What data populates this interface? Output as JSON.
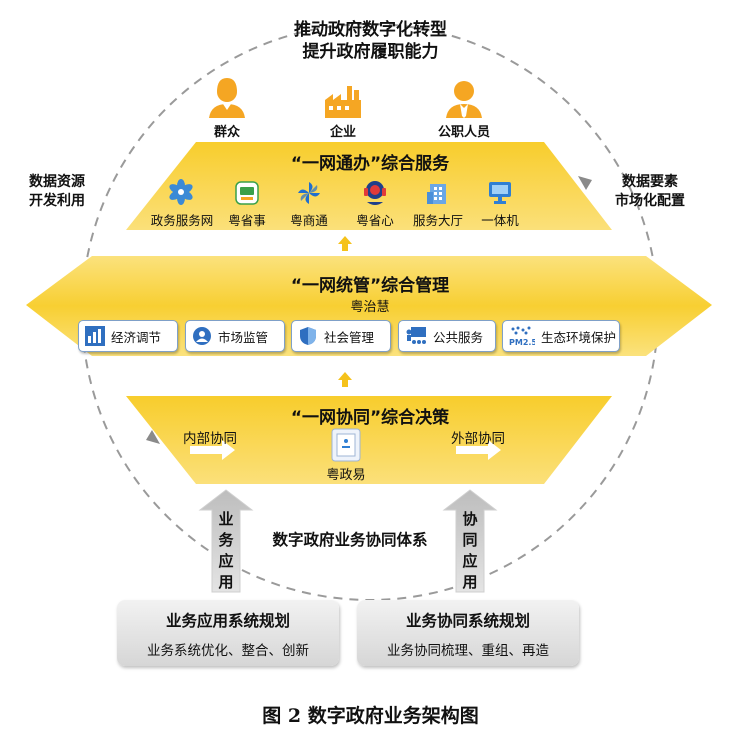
{
  "title": {
    "line1": "推动政府数字化转型",
    "line2": "提升政府履职能力"
  },
  "side_left": {
    "line1": "数据资源",
    "line2": "开发利用"
  },
  "side_right": {
    "line1": "数据要素",
    "line2": "市场化配置"
  },
  "actors": [
    {
      "label": "群众",
      "icon": "person-female-icon"
    },
    {
      "label": "企业",
      "icon": "factory-icon"
    },
    {
      "label": "公职人员",
      "icon": "person-suit-icon"
    }
  ],
  "service_band": {
    "title": "“一网通办”综合服务",
    "apps": [
      {
        "label": "政务服务网",
        "icon": "snowflake-icon"
      },
      {
        "label": "粤省事",
        "icon": "app-card-icon"
      },
      {
        "label": "粤商通",
        "icon": "pinwheel-icon"
      },
      {
        "label": "粤省心",
        "icon": "headset-icon"
      },
      {
        "label": "服务大厅",
        "icon": "building-icon"
      },
      {
        "label": "一体机",
        "icon": "kiosk-icon"
      }
    ]
  },
  "management_band": {
    "title": "“一网统管”综合管理",
    "subtitle": "粤治慧",
    "items": [
      {
        "label": "经济调节",
        "icon": "bar-chart-icon"
      },
      {
        "label": "市场监管",
        "icon": "magnifier-user-icon"
      },
      {
        "label": "社会管理",
        "icon": "shield-icon"
      },
      {
        "label": "公共服务",
        "icon": "presentation-icon"
      },
      {
        "label": "生态环境保护",
        "icon": "pm25-icon",
        "icon_text": "PM2.5"
      }
    ]
  },
  "collab_band": {
    "title": "“一网协同”综合决策",
    "left_label": "内部协同",
    "right_label": "外部协同",
    "center_label": "粤政易"
  },
  "system_label": "数字政府业务协同体系",
  "up_arrows": [
    {
      "label": "业务应用"
    },
    {
      "label": "协同应用"
    }
  ],
  "plans": [
    {
      "title": "业务应用系统规划",
      "subtitle": "业务系统优化、整合、创新"
    },
    {
      "title": "业务协同系统规划",
      "subtitle": "业务协同梳理、重组、再造"
    }
  ],
  "caption": "图 2 数字政府业务架构图",
  "colors": {
    "band_yellow": "#f8cf32",
    "band_yellow_light": "#fbe27d",
    "icon_orange": "#f5a623",
    "blue": "#2f7fd3",
    "dashed_circle": "#9a9a9a"
  }
}
